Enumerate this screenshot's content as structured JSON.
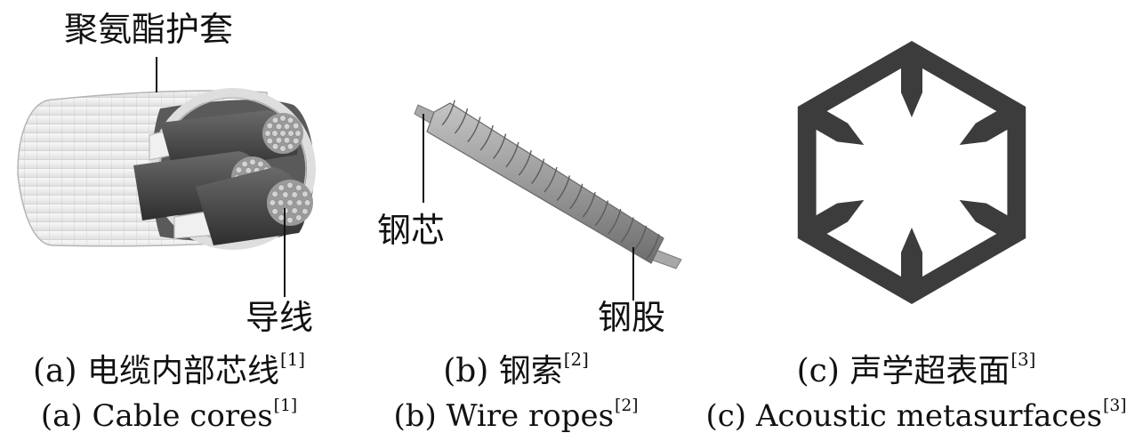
{
  "panels": {
    "cable": {
      "callouts": {
        "sheath": "聚氨酯护套",
        "conductor": "导线"
      },
      "caption_cn": {
        "text": "(a) 电缆内部芯线",
        "ref": "[1]"
      },
      "caption_en": {
        "text": "(a) Cable cores",
        "ref": "[1]"
      }
    },
    "rope": {
      "callouts": {
        "core": "钢芯",
        "strand": "钢股"
      },
      "caption_cn": {
        "text": "(b) 钢索",
        "ref": "[2]"
      },
      "caption_en": {
        "text": "(b) Wire ropes",
        "ref": "[2]"
      }
    },
    "meta": {
      "caption_cn": {
        "text": "(c) 声学超表面",
        "ref": "[3]"
      },
      "caption_en": {
        "text": "(c) Acoustic metasurfaces",
        "ref": "[3]"
      }
    }
  },
  "colors": {
    "sheath": "#eeeeee",
    "sheath_grid": "#c8c8c8",
    "conductor_dark": "#4d4d4d",
    "filament": "#d2d2d2",
    "rope": "#999999",
    "hex_dark": "#3c3c3c",
    "background": "#ffffff"
  }
}
